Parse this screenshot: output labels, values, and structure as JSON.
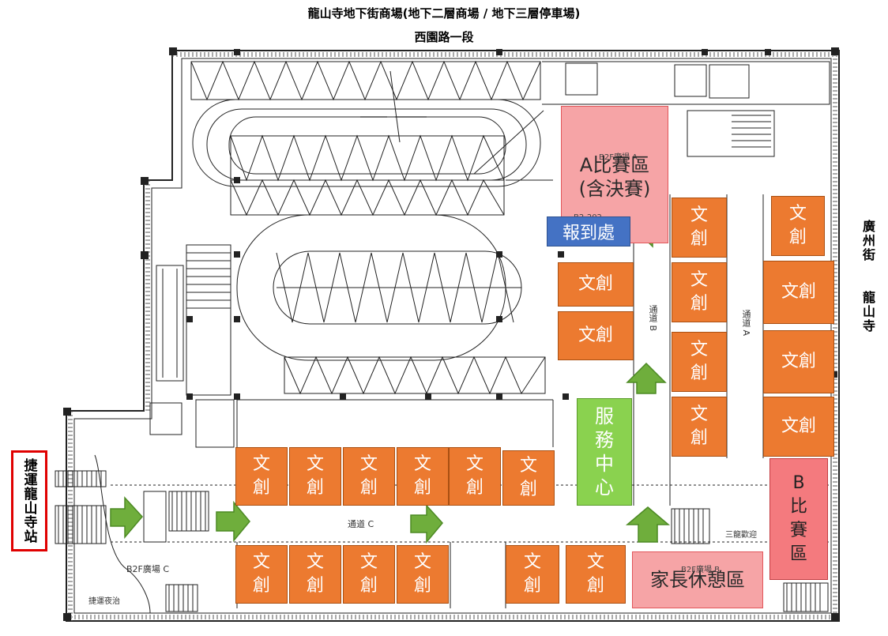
{
  "title": "龍山寺地下街商場(地下二層商場 / 地下三層停車場)",
  "road_top": "西園路一段",
  "road_right_1": "廣州街",
  "road_right_2": "龍山寺",
  "station": "捷運龍山寺站",
  "zone_a": {
    "line1": "A比賽區",
    "line2": "(含決賽)",
    "sub": "B2F廣場 A",
    "code": "B2-202"
  },
  "checkin": "報到處",
  "service": "服務中心",
  "zone_b": "B比賽區",
  "parent_rest": {
    "label": "家長休憩區",
    "sub": "B2F廣場 B"
  },
  "booth_label": "文創",
  "plaza_c": "B2F廣場 C",
  "corridor_a": "通道 A",
  "corridor_b": "通道 B",
  "corridor_c": "通道 C",
  "small_label_1": "捷運夜治",
  "small_label_2": "三龍歡迎",
  "colors": {
    "booth": "#ec7a30",
    "zone_a": "#f6a4a6",
    "zone_b": "#f47a7e",
    "checkin": "#4472c4",
    "service": "#8ad24f",
    "arrow": "#6fae3c",
    "station_border": "#e00000"
  }
}
